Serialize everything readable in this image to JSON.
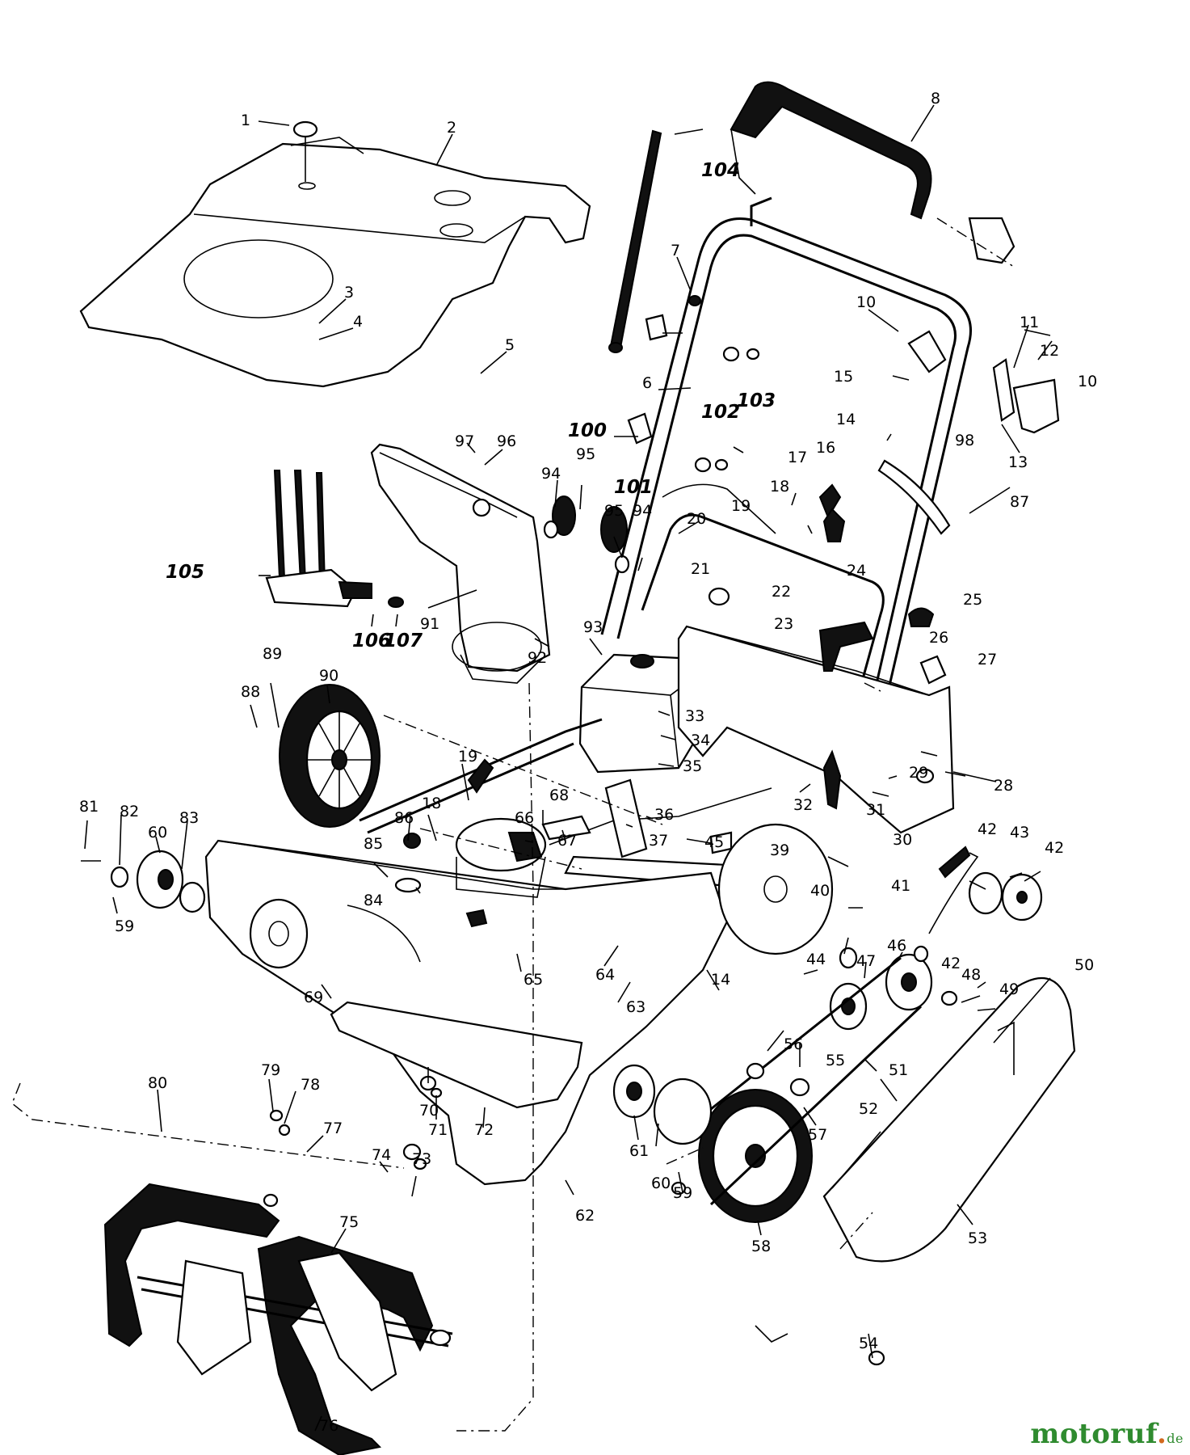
{
  "callouts": [
    "1",
    "2",
    "3",
    "4",
    "5",
    "6",
    "7",
    "8",
    "10",
    "11",
    "12",
    "10",
    "15",
    "14",
    "98",
    "13",
    "102",
    "103",
    "100",
    "101",
    "104",
    "97",
    "96",
    "94",
    "95",
    "95",
    "94",
    "20",
    "19",
    "17",
    "16",
    "18",
    "87",
    "21",
    "22",
    "23",
    "24",
    "25",
    "26",
    "27",
    "105",
    "106",
    "107",
    "91",
    "92",
    "93",
    "89",
    "88",
    "90",
    "33",
    "34",
    "35",
    "36",
    "19",
    "18",
    "68",
    "67",
    "66",
    "86",
    "85",
    "84",
    "37",
    "45",
    "39",
    "40",
    "41",
    "44",
    "47",
    "46",
    "42",
    "48",
    "49",
    "50",
    "42",
    "43",
    "42",
    "32",
    "31",
    "30",
    "29",
    "28",
    "81",
    "82",
    "83",
    "60",
    "59",
    "65",
    "64",
    "14",
    "63",
    "56",
    "55",
    "51",
    "52",
    "57",
    "61",
    "60",
    "59",
    "58",
    "53",
    "54",
    "69",
    "70",
    "71",
    "72",
    "79",
    "78",
    "77",
    "80",
    "74",
    "73",
    "75",
    "76",
    "62"
  ],
  "watermark": {
    "main": "motoruf",
    "dot": ".",
    "tld": "de"
  }
}
